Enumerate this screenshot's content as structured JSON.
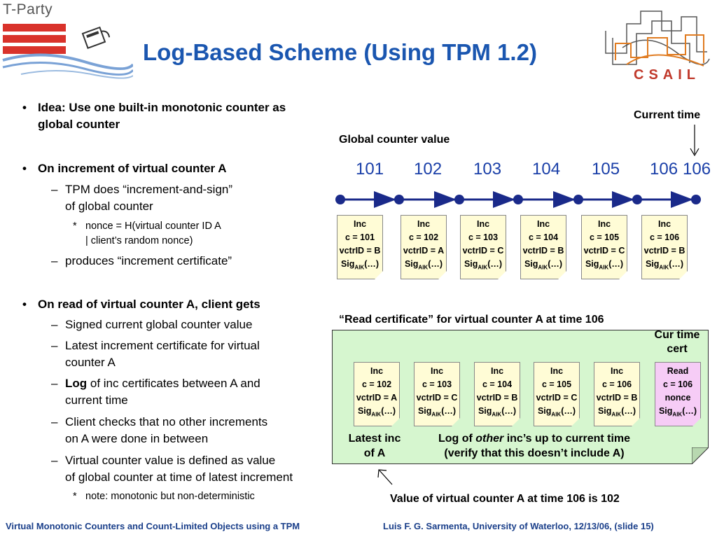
{
  "logo_left": {
    "name": "T-Party"
  },
  "logo_right": {
    "name": "CSAIL"
  },
  "title": "Log-Based Scheme (Using TPM 1.2)",
  "bullets": {
    "b1_line1": "Idea: Use one built-in monotonic counter as",
    "b1_line2": "global counter",
    "b2": "On increment of virtual counter A",
    "b2_sub1_line1": "TPM does “increment-and-sign”",
    "b2_sub1_line2": "of global counter",
    "b2_sub1_note_line1": "nonce = H(virtual counter ID A",
    "b2_sub1_note_line2": "| client’s random nonce)",
    "b2_sub2": "produces “increment certificate”",
    "b3": "On read of virtual counter A, client gets",
    "b3_sub1": "Signed current global counter value",
    "b3_sub2_line1": "Latest increment certificate for virtual",
    "b3_sub2_line2": "counter A",
    "b3_sub3_bold": "Log",
    "b3_sub3_rest": " of inc certificates between A and",
    "b3_sub3_line2": "current time",
    "b3_sub4_line1": "Client checks that no other increments",
    "b3_sub4_line2": "on A were done in between",
    "b3_sub5_line1": "Virtual counter value is defined as value",
    "b3_sub5_line2": "of global counter at time of latest increment",
    "b3_sub5_note": "note: monotonic but non-deterministic",
    "dot": "•",
    "dash": "–",
    "star": "*"
  },
  "diagram": {
    "current_time_label": "Current time",
    "global_counter_label": "Global counter value",
    "counter_values": [
      "101",
      "102",
      "103",
      "104",
      "105",
      "106",
      "106"
    ],
    "top_certs": [
      {
        "type": "Inc",
        "c": "c = 101",
        "id": "vctrID = B",
        "sig": "Sig",
        "sub": "AIK",
        "sig_rest": "(…)"
      },
      {
        "type": "Inc",
        "c": "c = 102",
        "id": "vctrID = A",
        "sig": "Sig",
        "sub": "AIK",
        "sig_rest": "(…)"
      },
      {
        "type": "Inc",
        "c": "c = 103",
        "id": "vctrID = C",
        "sig": "Sig",
        "sub": "AIK",
        "sig_rest": "(…)"
      },
      {
        "type": "Inc",
        "c": "c = 104",
        "id": "vctrID = B",
        "sig": "Sig",
        "sub": "AIK",
        "sig_rest": "(…)"
      },
      {
        "type": "Inc",
        "c": "c = 105",
        "id": "vctrID = C",
        "sig": "Sig",
        "sub": "AIK",
        "sig_rest": "(…)"
      },
      {
        "type": "Inc",
        "c": "c = 106",
        "id": "vctrID = B",
        "sig": "Sig",
        "sub": "AIK",
        "sig_rest": "(…)"
      }
    ],
    "read_cert_title": "“Read certificate” for virtual counter A at time 106",
    "cur_time_cert_line1": "Cur time",
    "cur_time_cert_line2": "cert",
    "bottom_certs": [
      {
        "type": "Inc",
        "c": "c = 102",
        "id": "vctrID = A",
        "sig": "Sig",
        "sub": "AIK",
        "sig_rest": "(…)"
      },
      {
        "type": "Inc",
        "c": "c = 103",
        "id": "vctrID = C",
        "sig": "Sig",
        "sub": "AIK",
        "sig_rest": "(…)"
      },
      {
        "type": "Inc",
        "c": "c = 104",
        "id": "vctrID = B",
        "sig": "Sig",
        "sub": "AIK",
        "sig_rest": "(…)"
      },
      {
        "type": "Inc",
        "c": "c = 105",
        "id": "vctrID = C",
        "sig": "Sig",
        "sub": "AIK",
        "sig_rest": "(…)"
      },
      {
        "type": "Inc",
        "c": "c = 106",
        "id": "vctrID = B",
        "sig": "Sig",
        "sub": "AIK",
        "sig_rest": "(…)"
      },
      {
        "type": "Read",
        "c": "c = 106",
        "id": "nonce",
        "sig": "Sig",
        "sub": "AIK",
        "sig_rest": "(…)"
      }
    ],
    "latest_inc_line1": "Latest inc",
    "latest_inc_line2": "of A",
    "log_line1_pre": "Log of ",
    "log_line1_em": "other",
    "log_line1_post": " inc’s up to current time",
    "log_line2": "(verify that this doesn’t include A)",
    "value_statement": "Value of virtual counter A at time 106 is 102"
  },
  "footer": {
    "left": "Virtual Monotonic Counters and Count-Limited Objects using a TPM",
    "right": "Luis F. G. Sarmenta, University of Waterloo, 12/13/06, (slide 15)"
  },
  "colors": {
    "title": "#1a56b0",
    "counter_numbers": "#1a3fa8",
    "timeline": "#1a2a8a",
    "inc_card": "#fffcd6",
    "read_card": "#f6ccf6",
    "read_box": "#d6f6cf",
    "tparty_red": "#d9322b",
    "csail_orange": "#e07b20"
  }
}
